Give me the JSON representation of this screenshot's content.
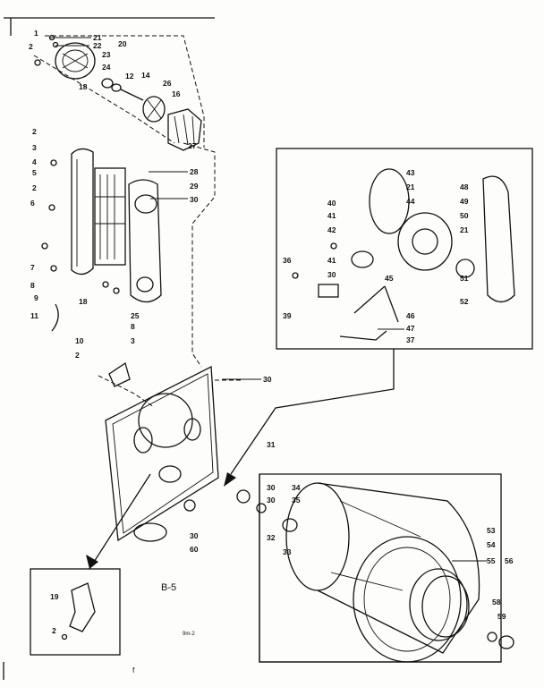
{
  "diagram": {
    "page_code": "B-5",
    "small_note": "9m-2",
    "bottom_mark": "f",
    "callouts": [
      {
        "id": "c-1a",
        "text": "1"
      },
      {
        "id": "c-21a",
        "text": "21"
      },
      {
        "id": "c-22",
        "text": "22"
      },
      {
        "id": "c-20",
        "text": "20"
      },
      {
        "id": "c-2a",
        "text": "2"
      },
      {
        "id": "c-23",
        "text": "23"
      },
      {
        "id": "c-24",
        "text": "24"
      },
      {
        "id": "c-12",
        "text": "12"
      },
      {
        "id": "c-14",
        "text": "14"
      },
      {
        "id": "c-18a",
        "text": "18"
      },
      {
        "id": "c-26",
        "text": "26"
      },
      {
        "id": "c-16",
        "text": "16"
      },
      {
        "id": "c-27",
        "text": "27"
      },
      {
        "id": "c-2b",
        "text": "2"
      },
      {
        "id": "c-3a",
        "text": "3"
      },
      {
        "id": "c-4",
        "text": "4"
      },
      {
        "id": "c-5",
        "text": "5"
      },
      {
        "id": "c-2c",
        "text": "2"
      },
      {
        "id": "c-6",
        "text": "6"
      },
      {
        "id": "c-28",
        "text": "28"
      },
      {
        "id": "c-29",
        "text": "29"
      },
      {
        "id": "c-30a",
        "text": "30"
      },
      {
        "id": "c-7",
        "text": "7"
      },
      {
        "id": "c-8a",
        "text": "8"
      },
      {
        "id": "c-18b",
        "text": "18"
      },
      {
        "id": "c-9",
        "text": "9"
      },
      {
        "id": "c-25",
        "text": "25"
      },
      {
        "id": "c-8b",
        "text": "8"
      },
      {
        "id": "c-3b",
        "text": "3"
      },
      {
        "id": "c-11",
        "text": "11"
      },
      {
        "id": "c-10",
        "text": "10"
      },
      {
        "id": "c-2d",
        "text": "2"
      },
      {
        "id": "c-30b",
        "text": "30"
      },
      {
        "id": "c-43",
        "text": "43"
      },
      {
        "id": "c-21b",
        "text": "21"
      },
      {
        "id": "c-44",
        "text": "44"
      },
      {
        "id": "c-48",
        "text": "48"
      },
      {
        "id": "c-49",
        "text": "49"
      },
      {
        "id": "c-40",
        "text": "40"
      },
      {
        "id": "c-50",
        "text": "50"
      },
      {
        "id": "c-41a",
        "text": "41"
      },
      {
        "id": "c-42",
        "text": "42"
      },
      {
        "id": "c-21c",
        "text": "21"
      },
      {
        "id": "c-36",
        "text": "36"
      },
      {
        "id": "c-41b",
        "text": "41"
      },
      {
        "id": "c-30c",
        "text": "30"
      },
      {
        "id": "c-45",
        "text": "45"
      },
      {
        "id": "c-51",
        "text": "51"
      },
      {
        "id": "c-52",
        "text": "52"
      },
      {
        "id": "c-39",
        "text": "39"
      },
      {
        "id": "c-46",
        "text": "46"
      },
      {
        "id": "c-47",
        "text": "47"
      },
      {
        "id": "c-37",
        "text": "37"
      },
      {
        "id": "c-31",
        "text": "31"
      },
      {
        "id": "c-30d",
        "text": "30"
      },
      {
        "id": "c-34",
        "text": "34"
      },
      {
        "id": "c-35",
        "text": "35"
      },
      {
        "id": "c-30e",
        "text": "30"
      },
      {
        "id": "c-32",
        "text": "32"
      },
      {
        "id": "c-33",
        "text": "33"
      },
      {
        "id": "c-53",
        "text": "53"
      },
      {
        "id": "c-54",
        "text": "54"
      },
      {
        "id": "c-55",
        "text": "55"
      },
      {
        "id": "c-56",
        "text": "56"
      },
      {
        "id": "c-30f",
        "text": "30"
      },
      {
        "id": "c-60",
        "text": "60"
      },
      {
        "id": "c-58",
        "text": "58"
      },
      {
        "id": "c-59",
        "text": "59"
      },
      {
        "id": "c-19",
        "text": "19"
      },
      {
        "id": "c-2e",
        "text": "2"
      }
    ]
  }
}
